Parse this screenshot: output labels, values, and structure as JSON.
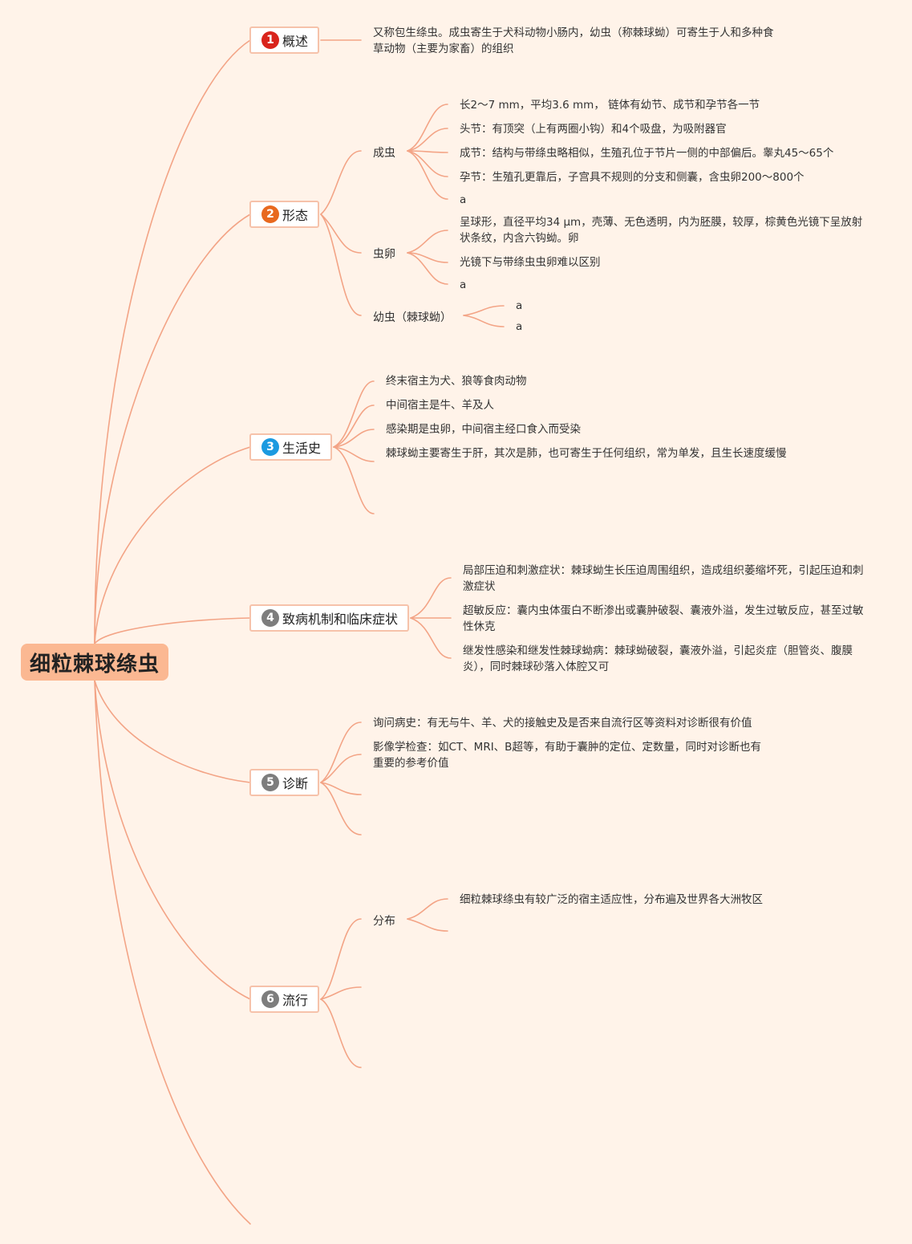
{
  "root": {
    "title": "细粒棘球绦虫"
  },
  "colors": {
    "background": "#fff3e9",
    "root_fill": "#fbb892",
    "connector": "#f3a486",
    "badge_red": "#d9241c",
    "badge_orange": "#e8691f",
    "badge_blue": "#1b9ae0",
    "badge_gray": "#7d7d7d"
  },
  "topics": [
    {
      "num": "1",
      "label": "概述"
    },
    {
      "num": "2",
      "label": "形态"
    },
    {
      "num": "3",
      "label": "生活史"
    },
    {
      "num": "4",
      "label": "致病机制和临床症状"
    },
    {
      "num": "5",
      "label": "诊断"
    },
    {
      "num": "6",
      "label": "流行"
    }
  ],
  "overview": {
    "text": "又称包生绦虫。成虫寄生于犬科动物小肠内，幼虫（称棘球蚴）可寄生于人和多种食草动物（主要为家畜）的组织"
  },
  "morphology": {
    "adult": {
      "label": "成虫",
      "items": [
        "长2～7 mm，平均3.6 mm， 链体有幼节、成节和孕节各一节",
        "头节：有顶突（上有两圈小钩）和4个吸盘，为吸附器官",
        "成节：结构与带绦虫略相似，生殖孔位于节片一侧的中部偏后。睾丸45～65个",
        "孕节：生殖孔更靠后，子宫具不规则的分支和侧囊，含虫卵200～800个",
        "a"
      ]
    },
    "egg": {
      "label": "虫卵",
      "items": [
        "呈球形，直径平均34 μm，壳薄、无色透明，内为胚膜，较厚，棕黄色光镜下呈放射状条纹，内含六钩蚴。卵",
        "光镜下与带绦虫虫卵难以区别",
        "a"
      ]
    },
    "larva": {
      "label": "幼虫（棘球蚴）",
      "items": [
        "a",
        "a"
      ]
    }
  },
  "lifecycle": {
    "items": [
      "终末宿主为犬、狼等食肉动物",
      "中间宿主是牛、羊及人",
      "感染期是虫卵，中间宿主经口食入而受染",
      "棘球蚴主要寄生于肝，其次是肺，也可寄生于任何组织，常为单发，且生长速度缓慢"
    ]
  },
  "pathogenesis": {
    "items": [
      "局部压迫和刺激症状：棘球蚴生长压迫周围组织，造成组织萎缩坏死，引起压迫和刺激症状",
      "超敏反应：囊内虫体蛋白不断渗出或囊肿破裂、囊液外溢，发生过敏反应，甚至过敏性休克",
      "继发性感染和继发性棘球蚴病：棘球蚴破裂，囊液外溢，引起炎症（胆管炎、腹膜炎），同时棘球砂落入体腔又可"
    ]
  },
  "diagnosis": {
    "items": [
      "询问病史：有无与牛、羊、犬的接触史及是否来自流行区等资料对诊断很有价值",
      "影像学检查：如CT、MRI、B超等，有助于囊肿的定位、定数量，同时对诊断也有重要的参考价值"
    ]
  },
  "epidemiology": {
    "distribution": {
      "label": "分布",
      "items": [
        "细粒棘球绦虫有较广泛的宿主适应性，分布遍及世界各大洲牧区"
      ]
    }
  }
}
